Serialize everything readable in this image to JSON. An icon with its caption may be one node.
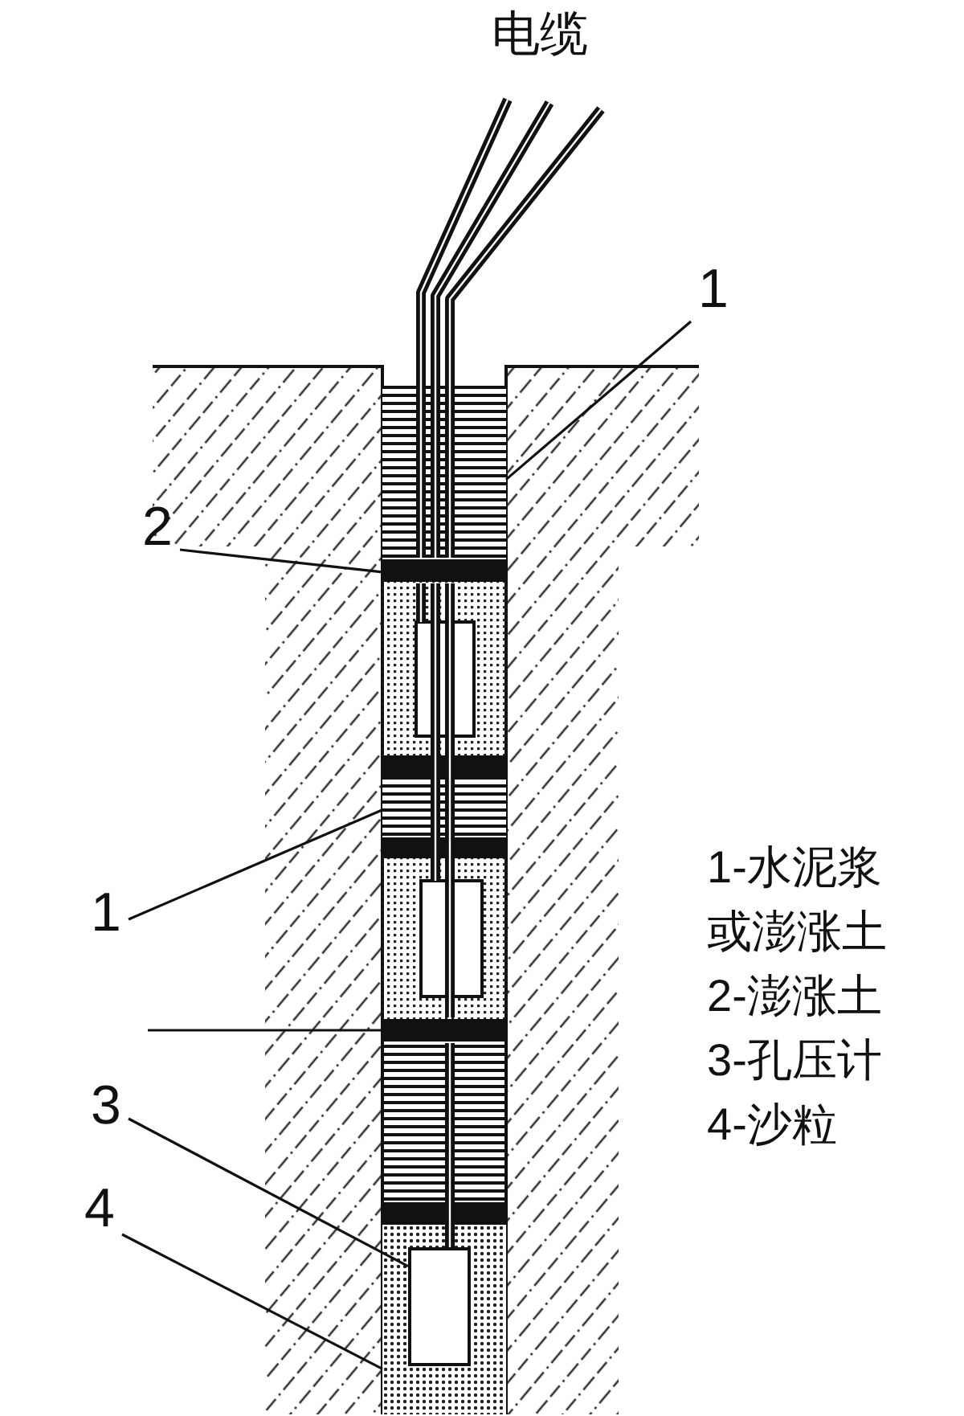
{
  "diagram": {
    "nodes": [
      {
        "text": [
          "1"
        ]
      },
      {
        "text": [
          "2"
        ]
      },
      {
        "text": [
          "1"
        ]
      },
      {
        "text": [
          "3"
        ]
      },
      {
        "text": [
          "4"
        ]
      },
      {
        "text": [],
        "shape": "box"
      },
      {
        "text": [],
        "shape": "bar"
      },
      {
        "text": [],
        "shape": "box"
      },
      {
        "text": [],
        "shape": "bar"
      },
      {
        "text": [],
        "shape": "box"
      },
      {
        "text": [],
        "shape": "box",
        "in": 9
      }
    ],
    "edges": [
      {
        "from": 0,
        "to": 5,
        "arrow": "none"
      },
      {
        "from": 1,
        "to": 6,
        "arrow": "none"
      },
      {
        "from": 2,
        "to": 7,
        "arrow": "none"
      },
      {
        "from": null,
        "to": 8,
        "arrow": "none"
      },
      {
        "from": 3,
        "to": 10,
        "arrow": "none"
      },
      {
        "from": 4,
        "to": 9,
        "arrow": "none"
      }
    ],
    "labels": [
      "电缆",
      "1-水泥浆或澎涨土",
      "2-澎涨土",
      "3-孔压计",
      "4-沙粒"
    ]
  }
}
